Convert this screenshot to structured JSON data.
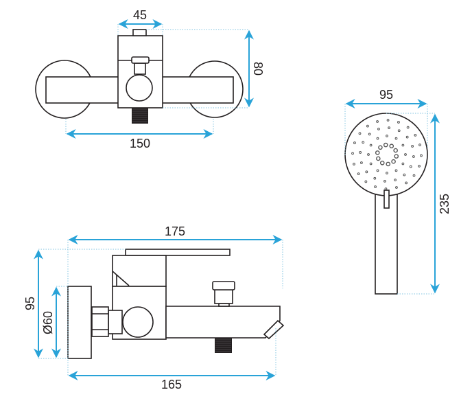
{
  "top_view": {
    "width_label": "45",
    "height_label": "80",
    "spacing_label": "150"
  },
  "side_view": {
    "length_label": "175",
    "height_label": "95",
    "plate_diameter_label": "Ø60",
    "spout_label": "165"
  },
  "shower_head": {
    "width_label": "95",
    "height_label": "235"
  },
  "colors": {
    "line": "#231f20",
    "dimension": "#29a3d8",
    "extension": "#7fc3e0"
  }
}
